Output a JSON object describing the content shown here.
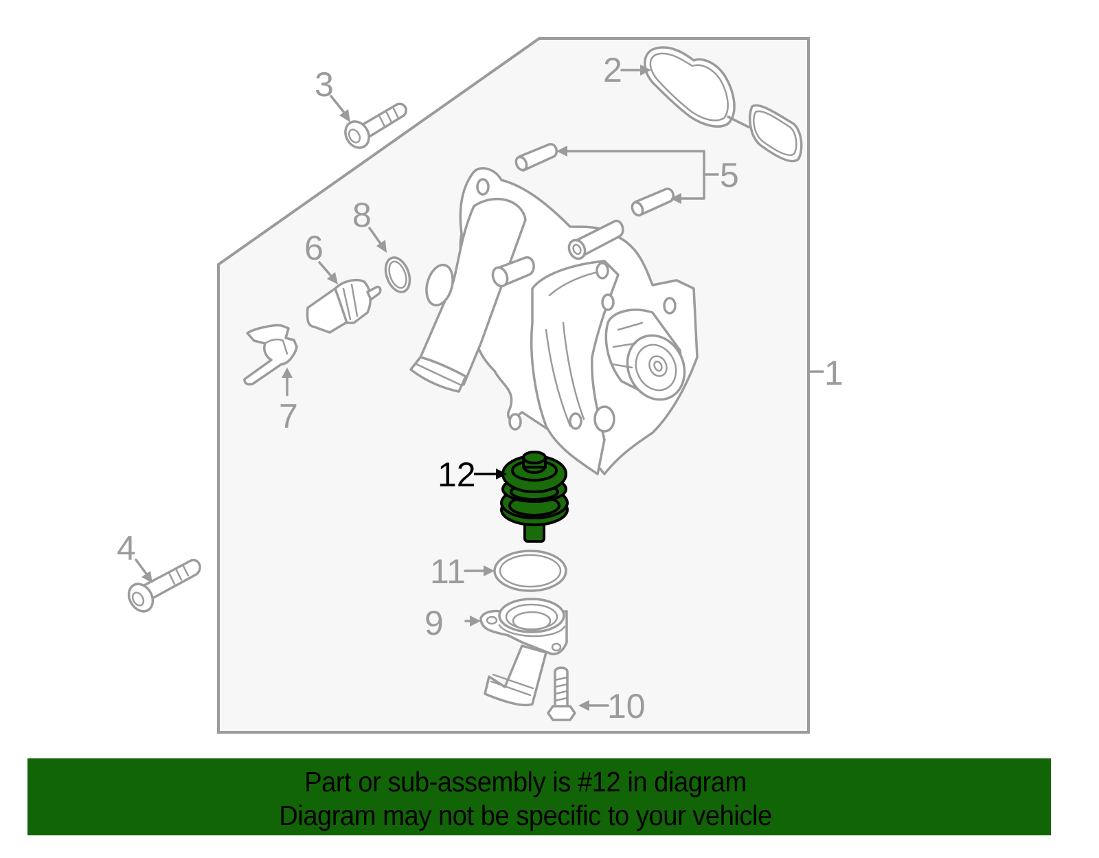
{
  "diagram": {
    "title": "Water pump / thermostat assembly exploded view",
    "highlighted_part": "12",
    "colors": {
      "line": "#9b9b9b",
      "box_fill": "#f7f7f7",
      "highlight_fill": "#1a6b0a",
      "banner_bg": "#126507",
      "banner_text": "#000000"
    },
    "callouts": [
      {
        "id": "1",
        "label": "1",
        "description": "assembly bracket"
      },
      {
        "id": "2",
        "label": "2",
        "description": "gasket"
      },
      {
        "id": "3",
        "label": "3",
        "description": "bolt"
      },
      {
        "id": "4",
        "label": "4",
        "description": "bolt"
      },
      {
        "id": "5",
        "label": "5",
        "description": "dowel pins"
      },
      {
        "id": "6",
        "label": "6",
        "description": "temperature sensor"
      },
      {
        "id": "7",
        "label": "7",
        "description": "retaining clip"
      },
      {
        "id": "8",
        "label": "8",
        "description": "o-ring"
      },
      {
        "id": "9",
        "label": "9",
        "description": "thermostat housing"
      },
      {
        "id": "10",
        "label": "10",
        "description": "bolt"
      },
      {
        "id": "11",
        "label": "11",
        "description": "seal ring"
      },
      {
        "id": "12",
        "label": "12",
        "description": "thermostat (highlighted)"
      }
    ]
  },
  "banner": {
    "line1": "Part or sub-assembly is #12 in diagram",
    "line2": "Diagram may not be specific to your vehicle"
  }
}
